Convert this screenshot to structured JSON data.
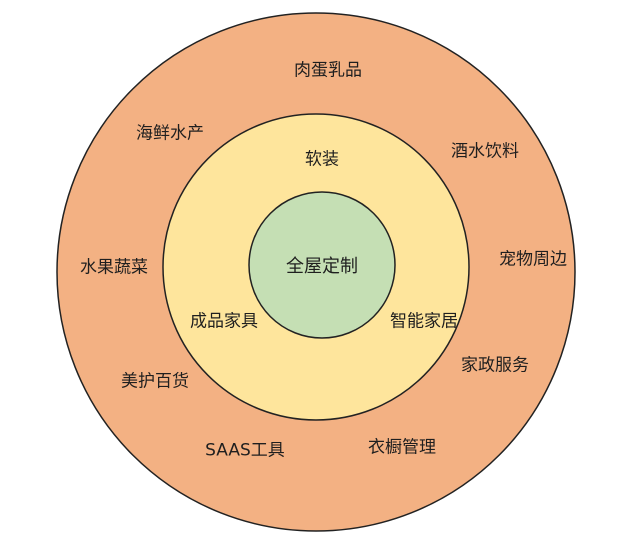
{
  "colors": {
    "outer_fill": "#f3b183",
    "middle_fill": "#fee59c",
    "inner_fill": "#c5dfb4",
    "stroke": "#222222"
  },
  "center": {
    "label": "全屋定制"
  },
  "middle_ring": {
    "labels": {
      "top": "软装",
      "left": "成品家具",
      "right": "智能家居"
    }
  },
  "outer_ring": {
    "labels": {
      "meat_dairy": "肉蛋乳品",
      "liquor_beverage": "酒水饮料",
      "pet": "宠物周边",
      "housekeeping": "家政服务",
      "wardrobe": "衣橱管理",
      "saas": "SAAS工具",
      "beauty": "美护百货",
      "fruit_veg": "水果蔬菜",
      "seafood": "海鲜水产"
    }
  }
}
